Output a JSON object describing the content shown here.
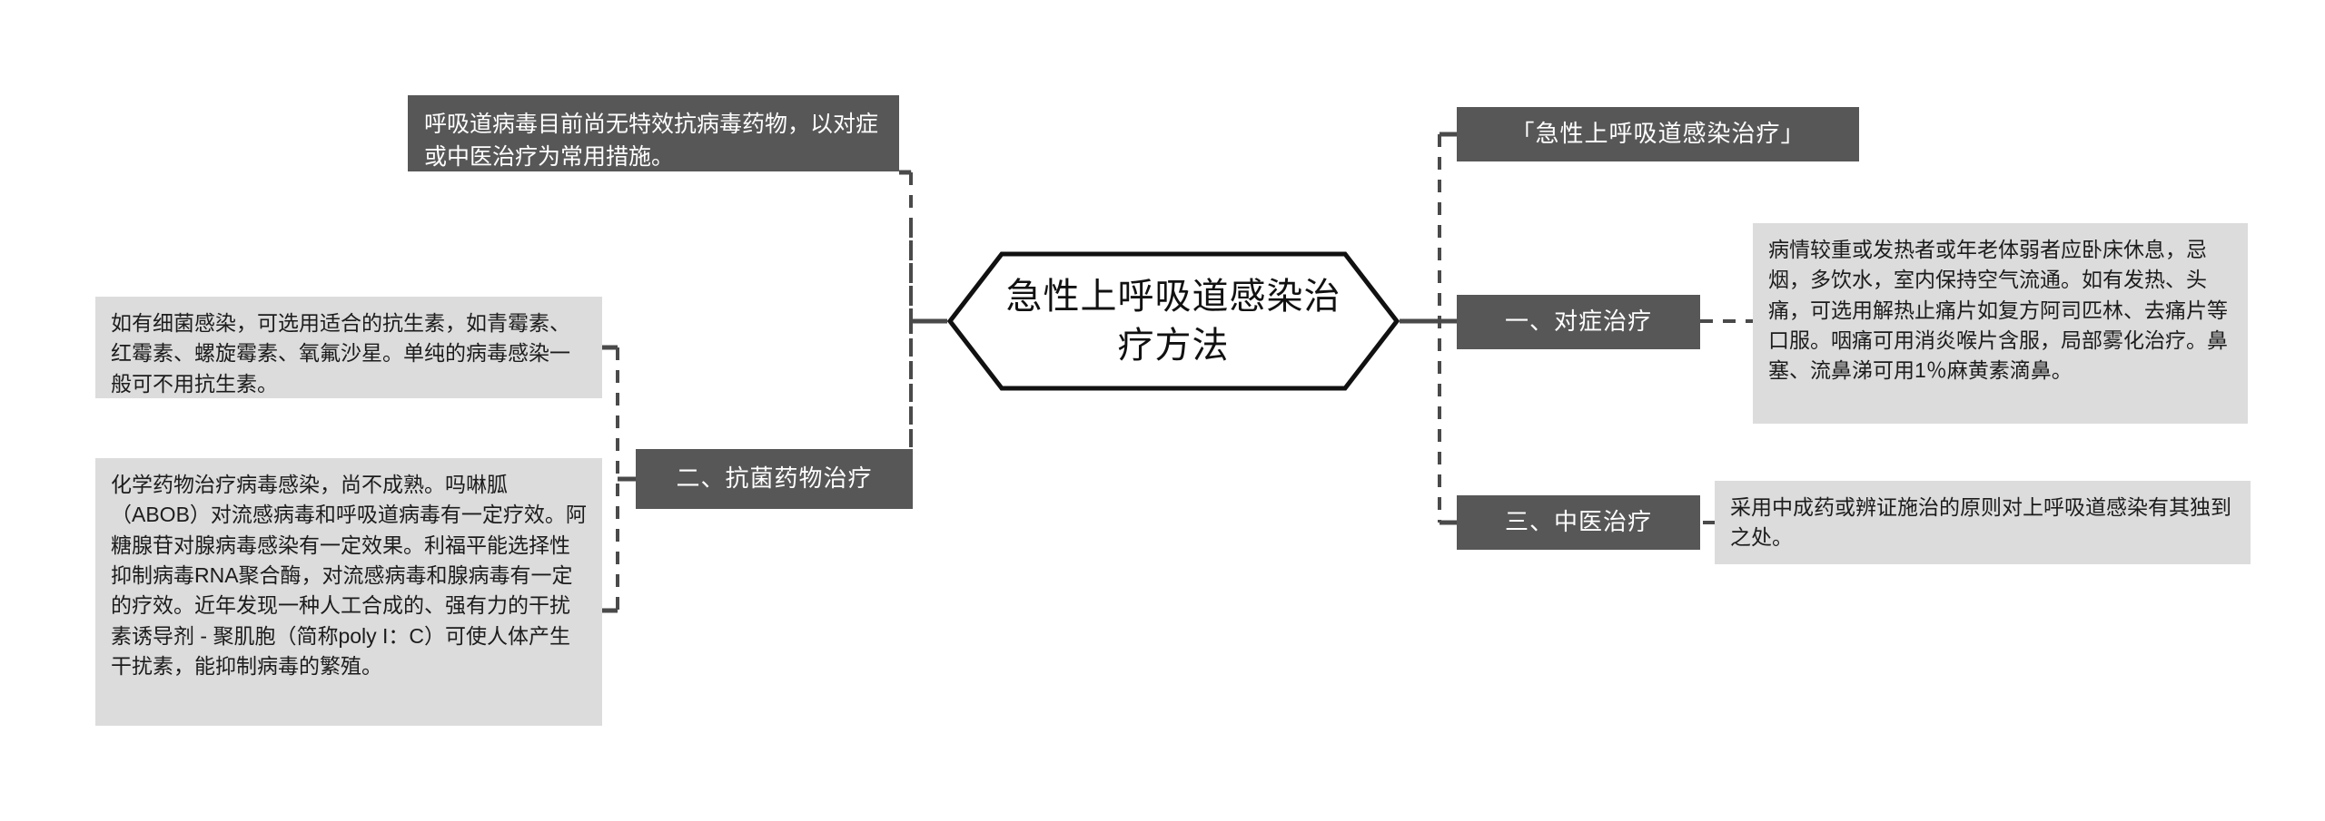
{
  "diagram": {
    "type": "mind-map",
    "title": "急性上呼吸道感染治疗方法",
    "background_color": "#FFFFFF",
    "dark_node_color": "#575757",
    "light_node_color": "#DCDCDC",
    "dark_node_text_color": "#FFFFFF",
    "light_node_text_color": "#1C1C1C",
    "connector_style": "dashed",
    "connector_color": "#4A4A4A"
  },
  "center": {
    "label": "急性上呼吸道感染治疗方法",
    "shape": "hexagon"
  },
  "left_branches": [
    {
      "id": "antiviral-note",
      "style": "dark",
      "label": "呼吸道病毒目前尚无特效抗病毒药物，以对症或中医治疗为常用措施。"
    },
    {
      "id": "antibacterial-drug-therapy",
      "style": "dark-branch",
      "label": "二、抗菌药物治疗",
      "children": [
        {
          "id": "antibiotics-detail",
          "style": "light",
          "label": "如有细菌感染，可选用适合的抗生素，如青霉素、红霉素、螺旋霉素、氧氟沙星。单纯的病毒感染一般可不用抗生素。"
        },
        {
          "id": "chemical-antiviral-detail",
          "style": "light",
          "label": "化学药物治疗病毒感染，尚不成熟。吗啉胍（ABOB）对流感病毒和呼吸道病毒有一定疗效。阿糖腺苷对腺病毒感染有一定效果。利福平能选择性抑制病毒RNA聚合酶，对流感病毒和腺病毒有一定的疗效。近年发现一种人工合成的、强有力的干扰素诱导剂 - 聚肌胞（简称poly I：C）可使人体产生干扰素，能抑制病毒的繁殖。"
        }
      ]
    }
  ],
  "right_branches": [
    {
      "id": "topic-heading",
      "style": "dark",
      "label": "「急性上呼吸道感染治疗」"
    },
    {
      "id": "symptomatic-treatment",
      "style": "dark-branch",
      "label": "一、对症治疗",
      "children": [
        {
          "id": "symptomatic-detail",
          "style": "light",
          "label": "病情较重或发热者或年老体弱者应卧床休息，忌烟，多饮水，室内保持空气流通。如有发热、头痛，可选用解热止痛片如复方阿司匹林、去痛片等口服。咽痛可用消炎喉片含服，局部雾化治疗。鼻塞、流鼻涕可用1％麻黄素滴鼻。"
        }
      ]
    },
    {
      "id": "tcm-treatment",
      "style": "dark-branch",
      "label": "三、中医治疗",
      "children": [
        {
          "id": "tcm-detail",
          "style": "light",
          "label": "采用中成药或辨证施治的原则对上呼吸道感染有其独到之处。"
        }
      ]
    }
  ]
}
